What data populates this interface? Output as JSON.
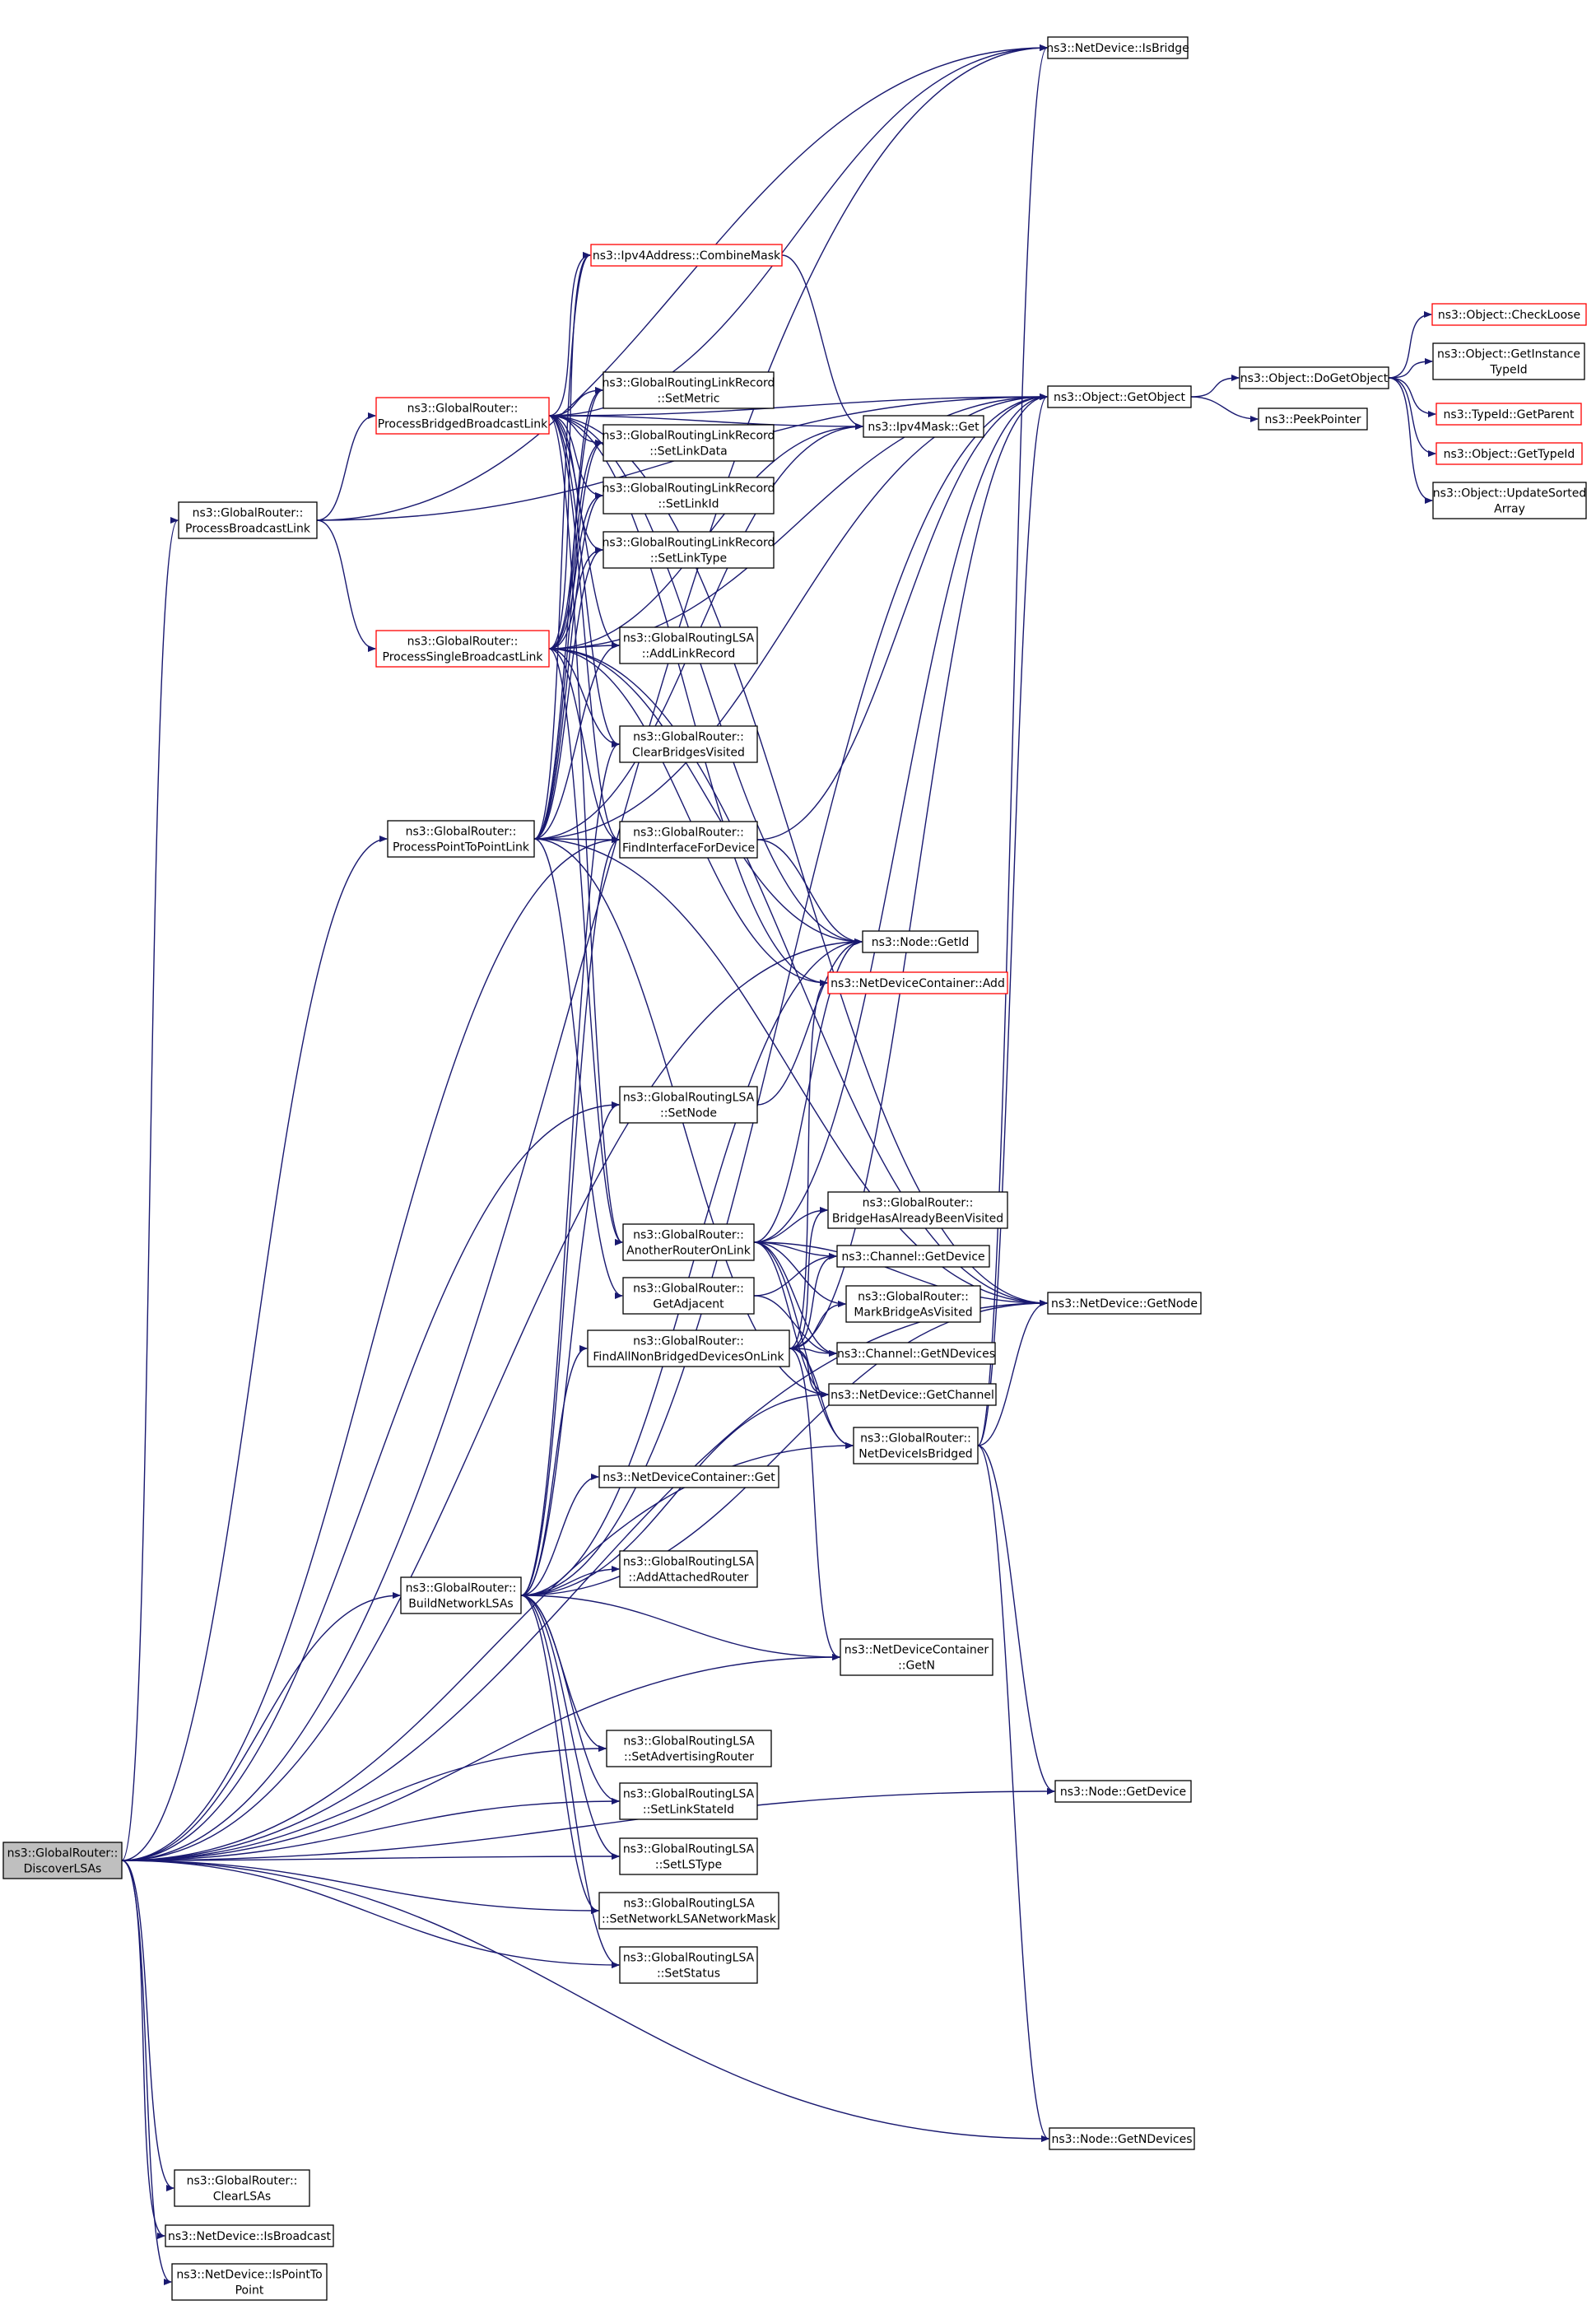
{
  "colors": {
    "edge": "#191970",
    "node_border": "#000000",
    "highlight_border": "#ff0000",
    "root_fill": "#bfbfbf",
    "node_fill": "#ffffff"
  },
  "nodes": {
    "discover": {
      "lines": [
        "ns3::GlobalRouter::",
        "DiscoverLSAs"
      ],
      "style": "root"
    },
    "procBroadcast": {
      "lines": [
        "ns3::GlobalRouter::",
        "ProcessBroadcastLink"
      ],
      "style": "normal"
    },
    "procBridged": {
      "lines": [
        "ns3::GlobalRouter::",
        "ProcessBridgedBroadcastLink"
      ],
      "style": "highlight"
    },
    "procSingle": {
      "lines": [
        "ns3::GlobalRouter::",
        "ProcessSingleBroadcastLink"
      ],
      "style": "highlight"
    },
    "procP2P": {
      "lines": [
        "ns3::GlobalRouter::",
        "ProcessPointToPointLink"
      ],
      "style": "normal"
    },
    "buildNet": {
      "lines": [
        "ns3::GlobalRouter::",
        "BuildNetworkLSAs"
      ],
      "style": "normal"
    },
    "clearLSAs": {
      "lines": [
        "ns3::GlobalRouter::",
        "ClearLSAs"
      ],
      "style": "normal"
    },
    "isBroadcast": {
      "lines": [
        "ns3::NetDevice::IsBroadcast"
      ],
      "style": "normal"
    },
    "isP2P": {
      "lines": [
        "ns3::NetDevice::IsPointTo",
        "Point"
      ],
      "style": "normal"
    },
    "combineMask": {
      "lines": [
        "ns3::Ipv4Address::CombineMask"
      ],
      "style": "highlight"
    },
    "setMetric": {
      "lines": [
        "ns3::GlobalRoutingLinkRecord",
        "::SetMetric"
      ],
      "style": "normal"
    },
    "setLinkData": {
      "lines": [
        "ns3::GlobalRoutingLinkRecord",
        "::SetLinkData"
      ],
      "style": "normal"
    },
    "setLinkId": {
      "lines": [
        "ns3::GlobalRoutingLinkRecord",
        "::SetLinkId"
      ],
      "style": "normal"
    },
    "setLinkType": {
      "lines": [
        "ns3::GlobalRoutingLinkRecord",
        "::SetLinkType"
      ],
      "style": "normal"
    },
    "addLinkRecord": {
      "lines": [
        "ns3::GlobalRoutingLSA",
        "::AddLinkRecord"
      ],
      "style": "normal"
    },
    "clearBridges": {
      "lines": [
        "ns3::GlobalRouter::",
        "ClearBridgesVisited"
      ],
      "style": "normal"
    },
    "findIface": {
      "lines": [
        "ns3::GlobalRouter::",
        "FindInterfaceForDevice"
      ],
      "style": "normal"
    },
    "setNode": {
      "lines": [
        "ns3::GlobalRoutingLSA",
        "::SetNode"
      ],
      "style": "normal"
    },
    "anotherRouter": {
      "lines": [
        "ns3::GlobalRouter::",
        "AnotherRouterOnLink"
      ],
      "style": "normal"
    },
    "getAdjacent": {
      "lines": [
        "ns3::GlobalRouter::",
        "GetAdjacent"
      ],
      "style": "normal"
    },
    "findAllNonBridged": {
      "lines": [
        "ns3::GlobalRouter::",
        "FindAllNonBridgedDevicesOnLink"
      ],
      "style": "normal"
    },
    "ndcGet": {
      "lines": [
        "ns3::NetDeviceContainer::Get"
      ],
      "style": "normal"
    },
    "addAttached": {
      "lines": [
        "ns3::GlobalRoutingLSA",
        "::AddAttachedRouter"
      ],
      "style": "normal"
    },
    "setAdv": {
      "lines": [
        "ns3::GlobalRoutingLSA",
        "::SetAdvertisingRouter"
      ],
      "style": "normal"
    },
    "setLinkStateId": {
      "lines": [
        "ns3::GlobalRoutingLSA",
        "::SetLinkStateId"
      ],
      "style": "normal"
    },
    "setLSType": {
      "lines": [
        "ns3::GlobalRoutingLSA",
        "::SetLSType"
      ],
      "style": "normal"
    },
    "setNetMask": {
      "lines": [
        "ns3::GlobalRoutingLSA",
        "::SetNetworkLSANetworkMask"
      ],
      "style": "normal"
    },
    "setStatus": {
      "lines": [
        "ns3::GlobalRoutingLSA",
        "::SetStatus"
      ],
      "style": "normal"
    },
    "ipv4MaskGet": {
      "lines": [
        "ns3::Ipv4Mask::Get"
      ],
      "style": "normal"
    },
    "nodeGetId": {
      "lines": [
        "ns3::Node::GetId"
      ],
      "style": "normal"
    },
    "ndcAdd": {
      "lines": [
        "ns3::NetDeviceContainer::Add"
      ],
      "style": "highlight"
    },
    "bridgeVisited": {
      "lines": [
        "ns3::GlobalRouter::",
        "BridgeHasAlreadyBeenVisited"
      ],
      "style": "normal"
    },
    "chanGetDevice": {
      "lines": [
        "ns3::Channel::GetDevice"
      ],
      "style": "normal"
    },
    "markBridge": {
      "lines": [
        "ns3::GlobalRouter::",
        "MarkBridgeAsVisited"
      ],
      "style": "normal"
    },
    "chanGetNDevices": {
      "lines": [
        "ns3::Channel::GetNDevices"
      ],
      "style": "normal"
    },
    "ndGetChannel": {
      "lines": [
        "ns3::NetDevice::GetChannel"
      ],
      "style": "normal"
    },
    "ndIsBridged": {
      "lines": [
        "ns3::GlobalRouter::",
        "NetDeviceIsBridged"
      ],
      "style": "normal"
    },
    "ndcGetN": {
      "lines": [
        "ns3::NetDeviceContainer",
        "::GetN"
      ],
      "style": "normal"
    },
    "isBridge": {
      "lines": [
        "ns3::NetDevice::IsBridge"
      ],
      "style": "normal"
    },
    "getObject": {
      "lines": [
        "ns3::Object::GetObject"
      ],
      "style": "normal"
    },
    "ndGetNode": {
      "lines": [
        "ns3::NetDevice::GetNode"
      ],
      "style": "normal"
    },
    "nodeGetDevice": {
      "lines": [
        "ns3::Node::GetDevice"
      ],
      "style": "normal"
    },
    "nodeGetNDevices": {
      "lines": [
        "ns3::Node::GetNDevices"
      ],
      "style": "normal"
    },
    "doGetObject": {
      "lines": [
        "ns3::Object::DoGetObject"
      ],
      "style": "normal"
    },
    "peekPointer": {
      "lines": [
        "ns3::PeekPointer"
      ],
      "style": "normal"
    },
    "checkLoose": {
      "lines": [
        "ns3::Object::CheckLoose"
      ],
      "style": "highlight"
    },
    "getInstanceTypeId": {
      "lines": [
        "ns3::Object::GetInstance",
        "TypeId"
      ],
      "style": "normal"
    },
    "getParent": {
      "lines": [
        "ns3::TypeId::GetParent"
      ],
      "style": "highlight"
    },
    "getTypeId": {
      "lines": [
        "ns3::Object::GetTypeId"
      ],
      "style": "highlight"
    },
    "updateSorted": {
      "lines": [
        "ns3::Object::UpdateSorted",
        "Array"
      ],
      "style": "normal"
    }
  },
  "edges": [
    [
      "discover",
      "procBroadcast"
    ],
    [
      "discover",
      "procP2P"
    ],
    [
      "discover",
      "buildNet"
    ],
    [
      "discover",
      "clearLSAs"
    ],
    [
      "discover",
      "isBroadcast"
    ],
    [
      "discover",
      "isP2P"
    ],
    [
      "discover",
      "isBridge"
    ],
    [
      "discover",
      "findIface"
    ],
    [
      "discover",
      "nodeGetId"
    ],
    [
      "discover",
      "setNode"
    ],
    [
      "discover",
      "ndIsBridged"
    ],
    [
      "discover",
      "ndcGetN"
    ],
    [
      "discover",
      "ndGetNode"
    ],
    [
      "discover",
      "setAdv"
    ],
    [
      "discover",
      "setLinkStateId"
    ],
    [
      "discover",
      "setLSType"
    ],
    [
      "discover",
      "setNetMask"
    ],
    [
      "discover",
      "setStatus"
    ],
    [
      "discover",
      "nodeGetDevice"
    ],
    [
      "discover",
      "nodeGetNDevices"
    ],
    [
      "procBroadcast",
      "procBridged"
    ],
    [
      "procBroadcast",
      "procSingle"
    ],
    [
      "procBroadcast",
      "isBridge"
    ],
    [
      "procBroadcast",
      "getObject"
    ],
    [
      "procBridged",
      "combineMask"
    ],
    [
      "procBridged",
      "setMetric"
    ],
    [
      "procBridged",
      "setLinkData"
    ],
    [
      "procBridged",
      "setLinkId"
    ],
    [
      "procBridged",
      "setLinkType"
    ],
    [
      "procBridged",
      "addLinkRecord"
    ],
    [
      "procBridged",
      "clearBridges"
    ],
    [
      "procBridged",
      "findIface"
    ],
    [
      "procBridged",
      "anotherRouter"
    ],
    [
      "procBridged",
      "ipv4MaskGet"
    ],
    [
      "procBridged",
      "nodeGetId"
    ],
    [
      "procBridged",
      "ndcAdd"
    ],
    [
      "procBridged",
      "getObject"
    ],
    [
      "procBridged",
      "ndGetNode"
    ],
    [
      "procBridged",
      "isBridge"
    ],
    [
      "procSingle",
      "combineMask"
    ],
    [
      "procSingle",
      "setMetric"
    ],
    [
      "procSingle",
      "setLinkData"
    ],
    [
      "procSingle",
      "setLinkId"
    ],
    [
      "procSingle",
      "setLinkType"
    ],
    [
      "procSingle",
      "addLinkRecord"
    ],
    [
      "procSingle",
      "clearBridges"
    ],
    [
      "procSingle",
      "findIface"
    ],
    [
      "procSingle",
      "anotherRouter"
    ],
    [
      "procSingle",
      "ipv4MaskGet"
    ],
    [
      "procSingle",
      "nodeGetId"
    ],
    [
      "procSingle",
      "ndcAdd"
    ],
    [
      "procSingle",
      "getObject"
    ],
    [
      "procSingle",
      "ndGetNode"
    ],
    [
      "procP2P",
      "setMetric"
    ],
    [
      "procP2P",
      "setLinkData"
    ],
    [
      "procP2P",
      "setLinkId"
    ],
    [
      "procP2P",
      "setLinkType"
    ],
    [
      "procP2P",
      "addLinkRecord"
    ],
    [
      "procP2P",
      "findIface"
    ],
    [
      "procP2P",
      "getAdjacent"
    ],
    [
      "procP2P",
      "ipv4MaskGet"
    ],
    [
      "procP2P",
      "combineMask"
    ],
    [
      "procP2P",
      "getObject"
    ],
    [
      "procP2P",
      "ndGetChannel"
    ],
    [
      "procP2P",
      "ndGetNode"
    ],
    [
      "buildNet",
      "findIface"
    ],
    [
      "buildNet",
      "setNode"
    ],
    [
      "buildNet",
      "clearBridges"
    ],
    [
      "buildNet",
      "findAllNonBridged"
    ],
    [
      "buildNet",
      "ndcGet"
    ],
    [
      "buildNet",
      "addAttached"
    ],
    [
      "buildNet",
      "setAdv"
    ],
    [
      "buildNet",
      "setLinkStateId"
    ],
    [
      "buildNet",
      "setLSType"
    ],
    [
      "buildNet",
      "setNetMask"
    ],
    [
      "buildNet",
      "setStatus"
    ],
    [
      "buildNet",
      "ndcGetN"
    ],
    [
      "buildNet",
      "getObject"
    ],
    [
      "buildNet",
      "ndGetNode"
    ],
    [
      "buildNet",
      "nodeGetId"
    ],
    [
      "buildNet",
      "ndGetChannel"
    ],
    [
      "findIface",
      "getObject"
    ],
    [
      "findIface",
      "nodeGetId"
    ],
    [
      "setNode",
      "nodeGetId"
    ],
    [
      "anotherRouter",
      "bridgeVisited"
    ],
    [
      "anotherRouter",
      "chanGetDevice"
    ],
    [
      "anotherRouter",
      "markBridge"
    ],
    [
      "anotherRouter",
      "chanGetNDevices"
    ],
    [
      "anotherRouter",
      "ndGetChannel"
    ],
    [
      "anotherRouter",
      "ndIsBridged"
    ],
    [
      "anotherRouter",
      "getObject"
    ],
    [
      "anotherRouter",
      "ndGetNode"
    ],
    [
      "anotherRouter",
      "nodeGetId"
    ],
    [
      "getAdjacent",
      "chanGetDevice"
    ],
    [
      "getAdjacent",
      "chanGetNDevices"
    ],
    [
      "findAllNonBridged",
      "bridgeVisited"
    ],
    [
      "findAllNonBridged",
      "chanGetDevice"
    ],
    [
      "findAllNonBridged",
      "markBridge"
    ],
    [
      "findAllNonBridged",
      "chanGetNDevices"
    ],
    [
      "findAllNonBridged",
      "ndGetChannel"
    ],
    [
      "findAllNonBridged",
      "ndIsBridged"
    ],
    [
      "findAllNonBridged",
      "ndcAdd"
    ],
    [
      "findAllNonBridged",
      "ndcGetN"
    ],
    [
      "findAllNonBridged",
      "getObject"
    ],
    [
      "ndIsBridged",
      "getObject"
    ],
    [
      "ndIsBridged",
      "isBridge"
    ],
    [
      "ndIsBridged",
      "ndGetNode"
    ],
    [
      "ndIsBridged",
      "nodeGetDevice"
    ],
    [
      "ndIsBridged",
      "nodeGetNDevices"
    ],
    [
      "combineMask",
      "ipv4MaskGet"
    ],
    [
      "getObject",
      "doGetObject"
    ],
    [
      "getObject",
      "peekPointer"
    ],
    [
      "doGetObject",
      "checkLoose"
    ],
    [
      "doGetObject",
      "getInstanceTypeId"
    ],
    [
      "doGetObject",
      "getParent"
    ],
    [
      "doGetObject",
      "getTypeId"
    ],
    [
      "doGetObject",
      "updateSorted"
    ]
  ]
}
